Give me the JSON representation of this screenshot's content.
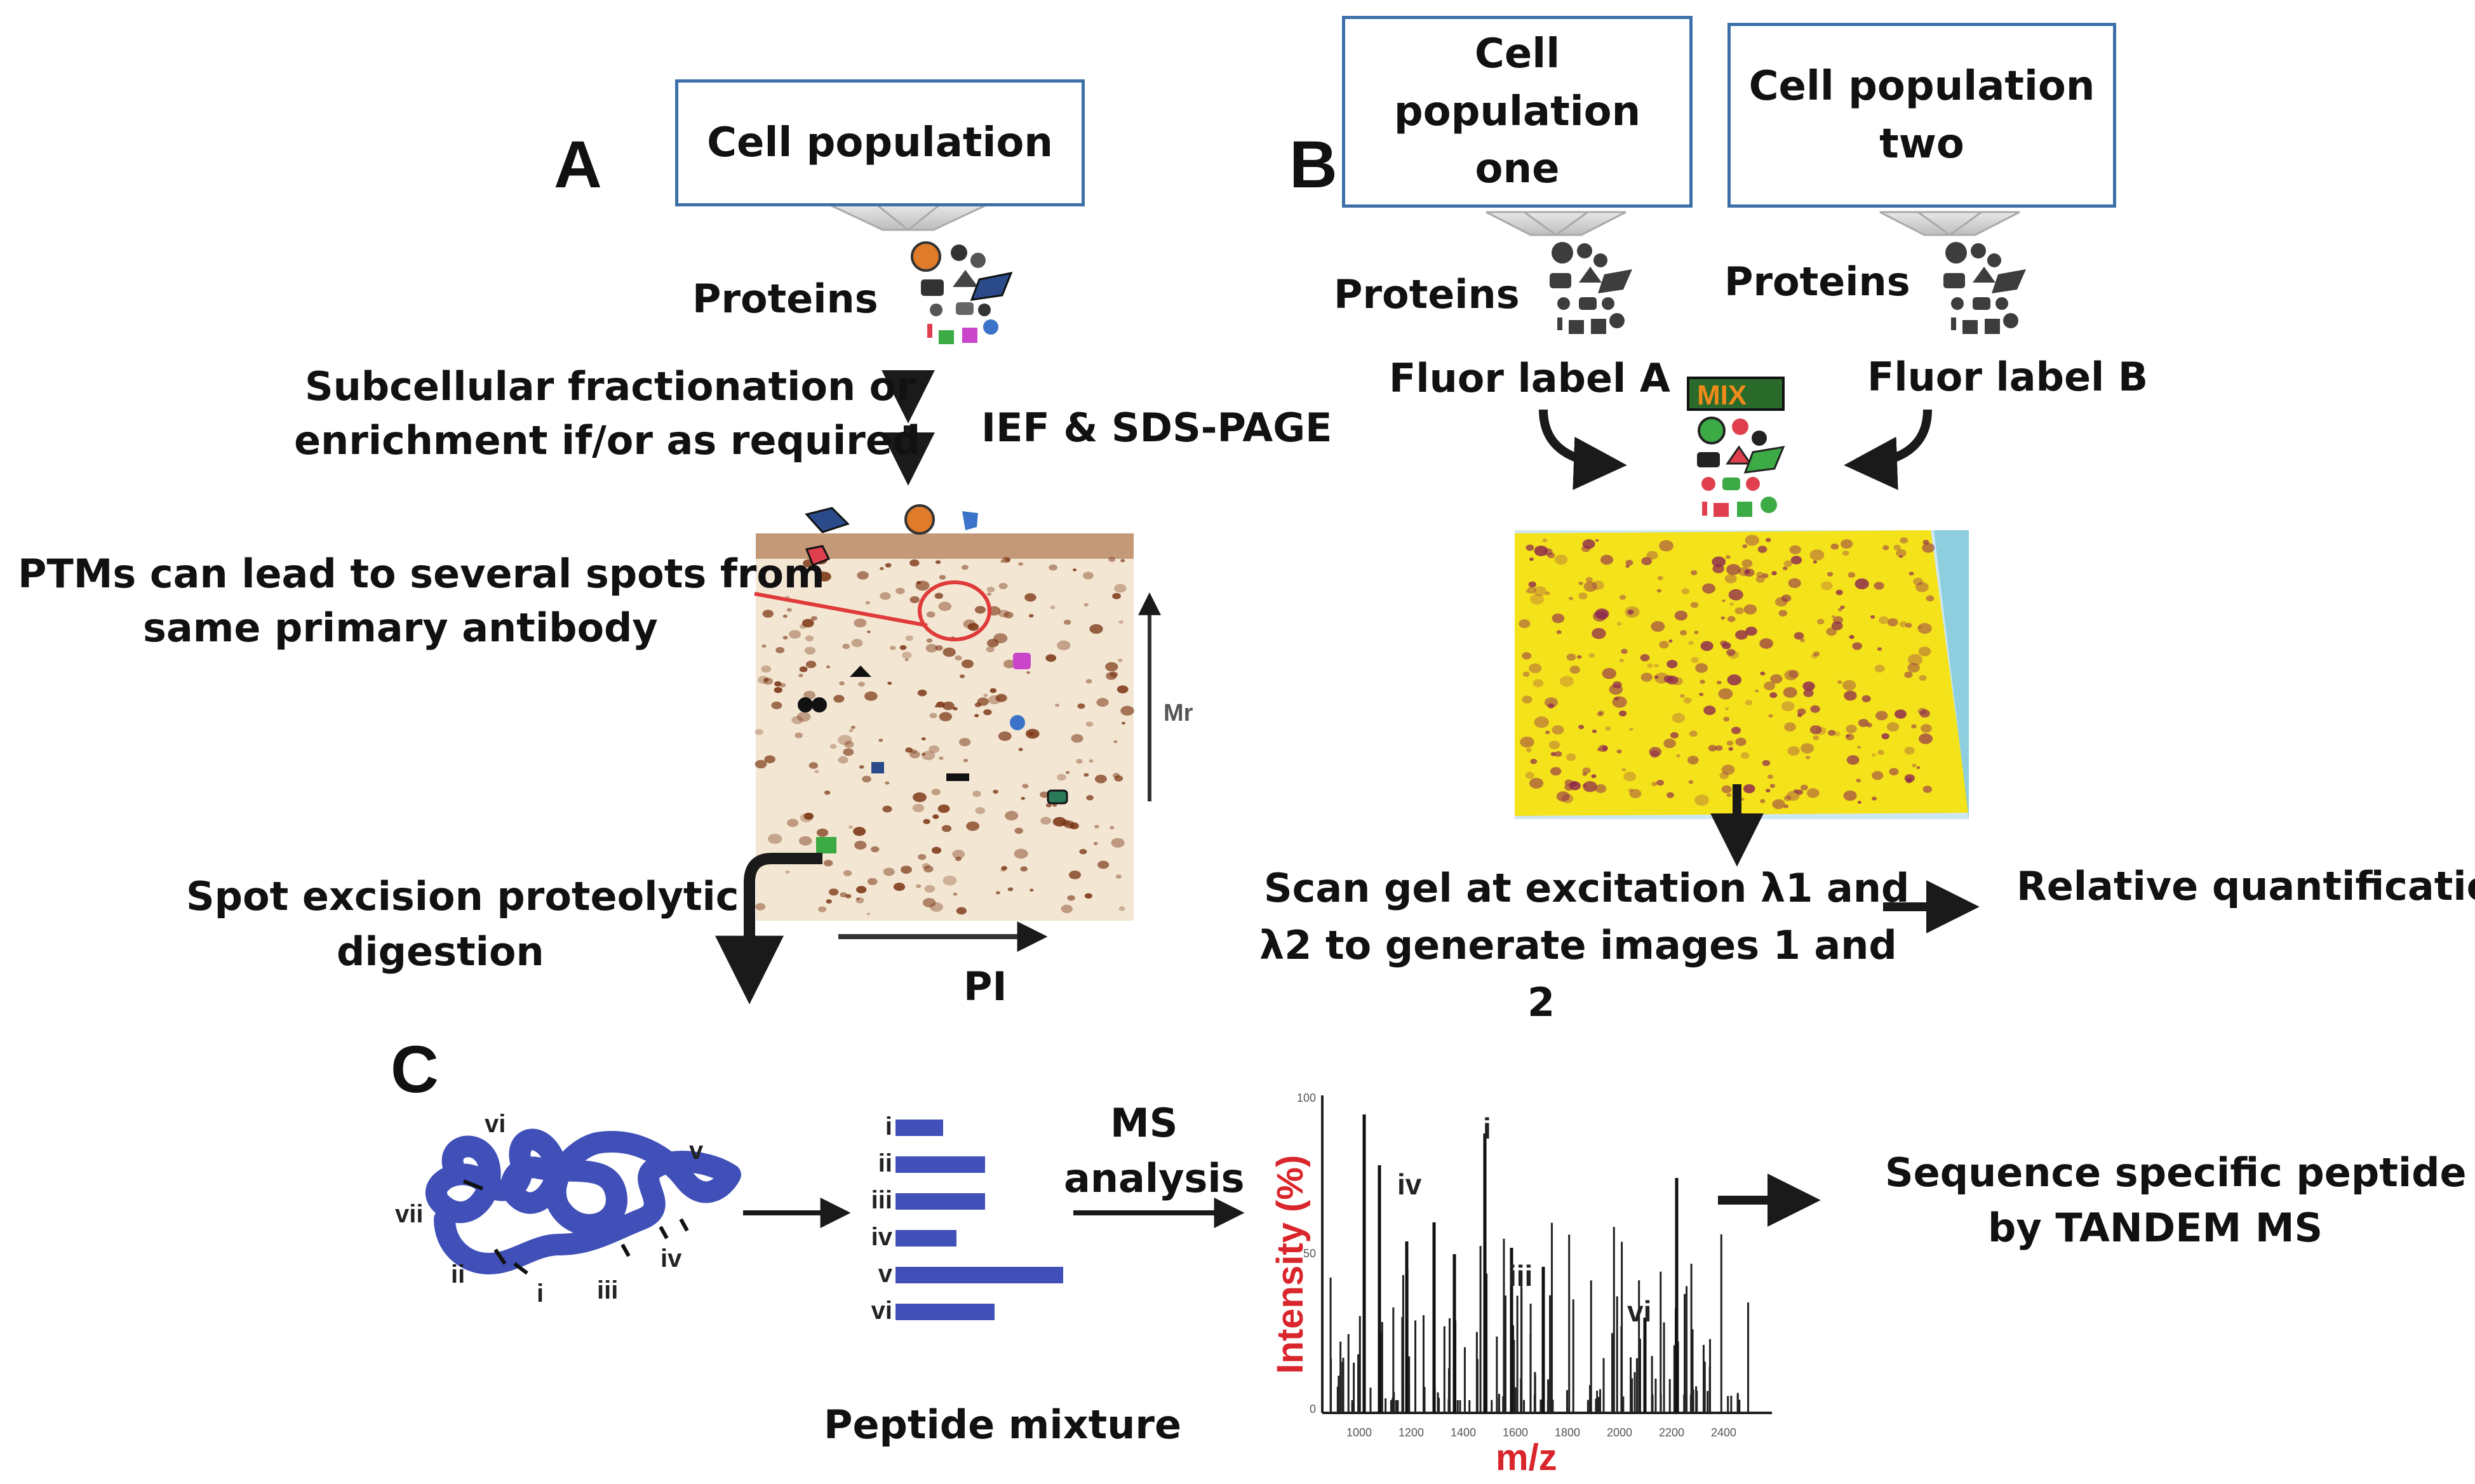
{
  "panels": {
    "a": "A",
    "b": "B",
    "c": "C"
  },
  "panel_a": {
    "cell_population": "Cell population",
    "proteins": "Proteins",
    "fractionation_line1": "Subcellular fractionation or",
    "fractionation_line2": "enrichment if/or as required",
    "ief": "IEF & SDS-PAGE",
    "ptm_line1": "PTMs can lead to several spots from",
    "ptm_line2": "same primary antibody",
    "spot_excision_line1": "Spot excision proteolytic",
    "spot_excision_line2": "digestion",
    "gel_mr": "Mr",
    "gel_pi": "PI"
  },
  "panel_b": {
    "pop_one_line1": "Cell",
    "pop_one_line2": "population",
    "pop_one_line3": "one",
    "pop_two_line1": "Cell population",
    "pop_two_line2": "two",
    "proteins_1": "Proteins",
    "proteins_2": "Proteins",
    "fluor_a": "Fluor label A",
    "fluor_b": "Fluor label B",
    "mix": "MIX",
    "scan_line1": "Scan gel at excitation λ1 and",
    "scan_line2": "λ2 to generate images 1 and",
    "scan_line3": "2",
    "relative_quant": "Relative quantification"
  },
  "panel_c": {
    "protein_romans": [
      "vi",
      "v",
      "vii",
      "ii",
      "i",
      "iii",
      "iv"
    ],
    "peptides": [
      {
        "label": "i",
        "length": 0.25
      },
      {
        "label": "ii",
        "length": 0.47
      },
      {
        "label": "iii",
        "length": 0.47
      },
      {
        "label": "iv",
        "length": 0.32
      },
      {
        "label": "v",
        "length": 0.88
      },
      {
        "label": "vi",
        "length": 0.52
      }
    ],
    "peptide_mixture": "Peptide mixture",
    "ms_line1": "MS",
    "ms_line2": "analysis",
    "spectrum_ylabel": "Intensity (%)",
    "spectrum_xlabel": "m/z",
    "spectrum_peak_labels": [
      "iv",
      "i",
      "iii",
      "vi"
    ],
    "spectrum_x_ticks": [
      "1000",
      "1200",
      "1400",
      "1600",
      "1800",
      "2000",
      "2200",
      "2400"
    ],
    "spectrum_y_ticks": [
      "100",
      "50",
      "0"
    ],
    "sequence_line1": "Sequence specific peptide",
    "sequence_line2": "by TANDEM MS"
  },
  "colors": {
    "box_border": "#3d6fa8",
    "gel_a_bg": "#f3e7d4",
    "gel_a_spot": "#7a3412",
    "gel_b_bg": "#f4e21a",
    "gel_b_spot": "#8e2a4f",
    "protein_chain": "#4050b8",
    "spectrum_label": "#d9262c",
    "ptm_line": "#e03a3a"
  }
}
